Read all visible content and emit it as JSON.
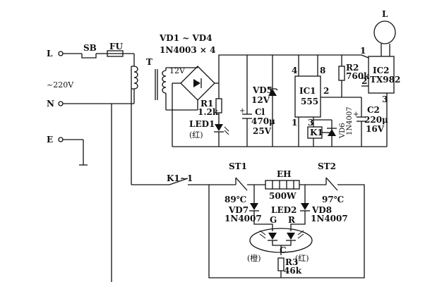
{
  "terminals": {
    "L": "L",
    "N": "N",
    "E": "E",
    "voltage": "~220V"
  },
  "switch": {
    "name": "SB"
  },
  "fuse": {
    "name": "FU"
  },
  "transformer": {
    "name": "T",
    "secondary": "12V"
  },
  "bridge": {
    "name": "VD1 ~ VD4",
    "part": "1N4003 × 4"
  },
  "r1": {
    "name": "R1",
    "value": "1.2k"
  },
  "led1": {
    "name": "LED1",
    "color": "(红)"
  },
  "vd5": {
    "name": "VD5",
    "value": "12V"
  },
  "c1": {
    "name": "Cl",
    "value": "470μ",
    "voltage": "25V"
  },
  "ic1": {
    "name": "IC1",
    "part": "555",
    "pin4": "4",
    "pin8": "8",
    "pin2": "2",
    "pin1": "1",
    "pin3": "3"
  },
  "relay": {
    "name": "K1"
  },
  "vd6": {
    "name": "VD6",
    "part": "1N4007"
  },
  "r2": {
    "name": "R2",
    "value": "760k"
  },
  "ic2": {
    "name": "IC2",
    "part": "TX982",
    "pin1": "1",
    "pin2": "2",
    "pin3": "3"
  },
  "c2": {
    "name": "C2",
    "value": "220μ",
    "voltage": "16V"
  },
  "lamp": {
    "name": "L"
  },
  "relay_contact": {
    "name": "K1~1"
  },
  "st1": {
    "name": "ST1",
    "temp": "89℃"
  },
  "heater": {
    "name": "EH",
    "power": "500W"
  },
  "st2": {
    "name": "ST2",
    "temp": "97℃"
  },
  "vd7": {
    "name": "VD7",
    "part": "1N4007"
  },
  "vd8": {
    "name": "VD8",
    "part": "1N4007"
  },
  "led2": {
    "name": "LED2",
    "pin_g": "G",
    "pin_r": "R",
    "pin_c": "C",
    "left_color": "(橙)",
    "right_color": "(红)"
  },
  "r3": {
    "name": "R3",
    "value": "46k"
  }
}
